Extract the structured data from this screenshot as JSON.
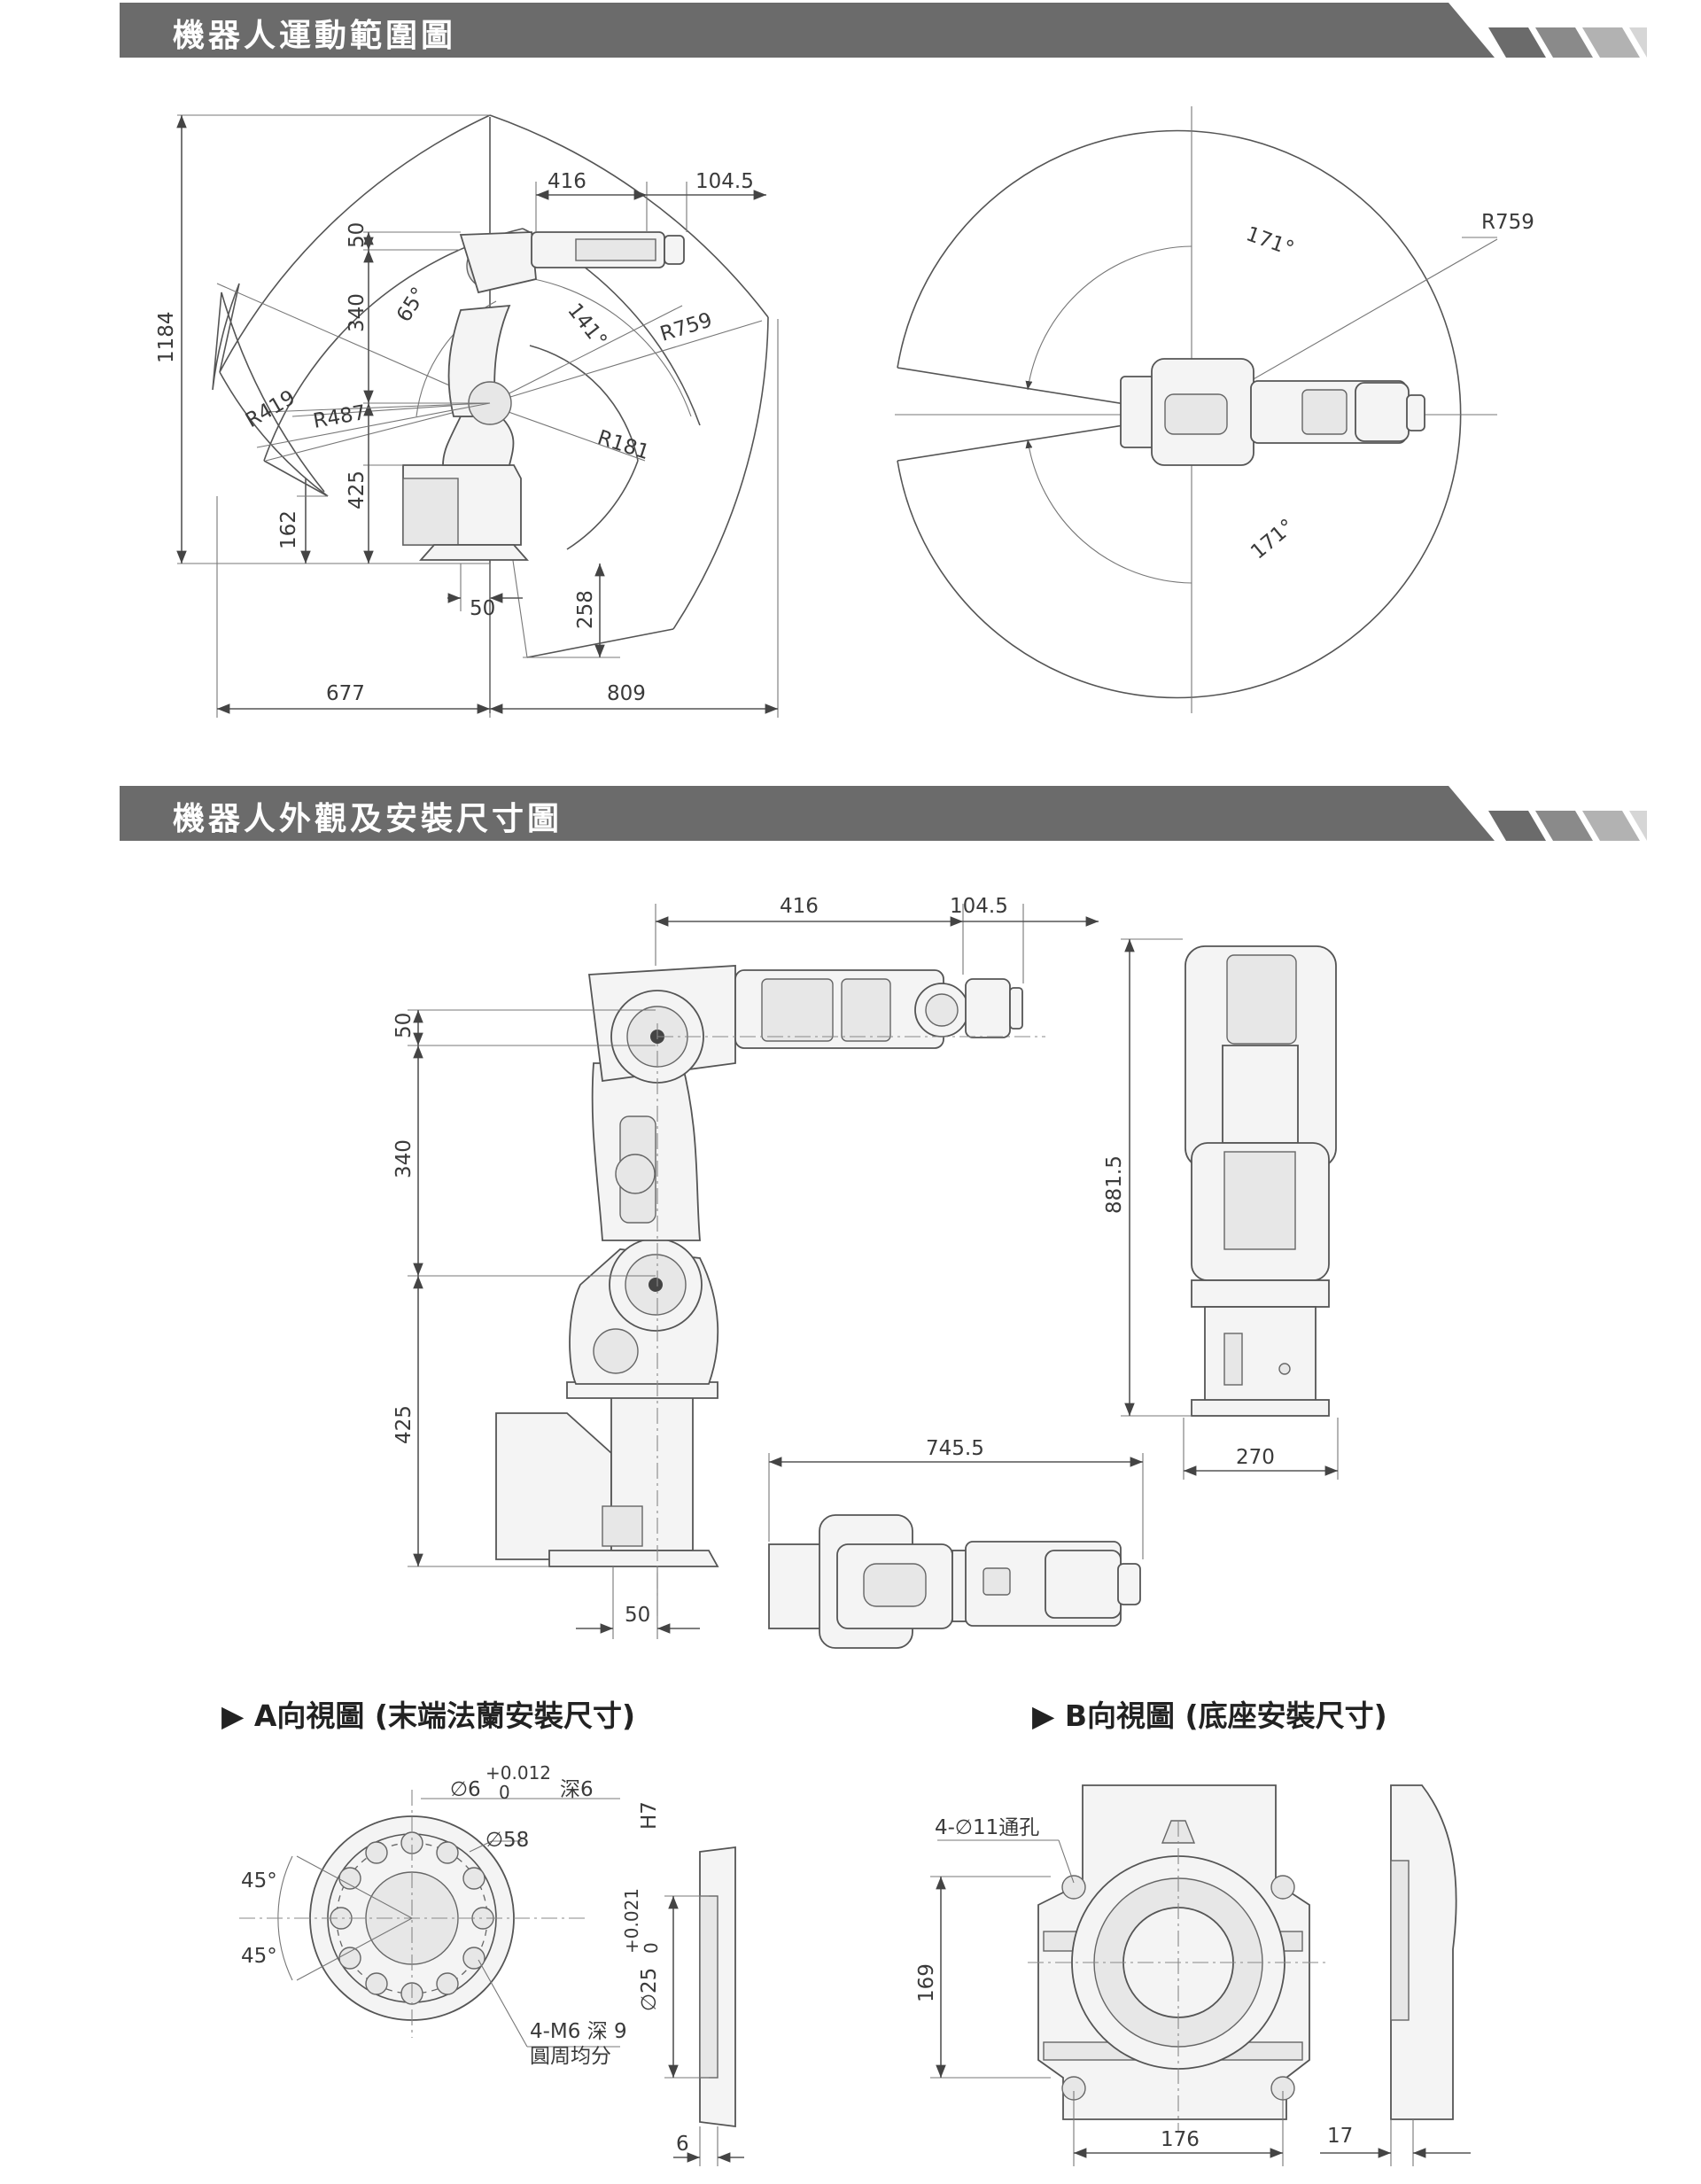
{
  "sections": {
    "motion_range_title": "機器人運動範圍圖",
    "appearance_title": "機器人外觀及安裝尺寸圖",
    "view_a_title": "▶ A向視圖 (末端法蘭安裝尺寸)",
    "view_b_title": "▶ B向視圖 (底座安裝尺寸)"
  },
  "motion_range": {
    "side": {
      "d416": "416",
      "d1045": "104.5",
      "d50": "50",
      "d340": "340",
      "d425": "425",
      "d162": "162",
      "d1184": "1184",
      "d50b": "50",
      "d258": "258",
      "d677": "677",
      "d809": "809",
      "a65": "65°",
      "a141": "141°",
      "r759": "R759",
      "r419": "R419",
      "r487": "R487",
      "r181": "R181"
    },
    "top": {
      "a171_top": "171°",
      "a171_bottom": "171°",
      "r759": "R759"
    }
  },
  "appearance": {
    "side": {
      "d416": "416",
      "d1045": "104.5",
      "d50": "50",
      "d340": "340",
      "d425": "425",
      "d50b": "50"
    },
    "front": {
      "d8815": "881.5",
      "d270": "270"
    },
    "top": {
      "d7455": "745.5"
    }
  },
  "view_a": {
    "pin": "∅6",
    "tol_plus": "+0.012",
    "tol_zero": "0",
    "depth": "深6",
    "d58": "∅58",
    "d25": "∅25",
    "tol25_plus": "+0.021",
    "tol25_zero": "0",
    "fit": "H7",
    "a45_top": "45°",
    "a45_bottom": "45°",
    "m6": "4-M6 深 9",
    "m6_note": "圓周均分",
    "d6": "6"
  },
  "view_b": {
    "holes": "4-∅11通孔",
    "d169": "169",
    "d176": "176",
    "d17": "17"
  }
}
